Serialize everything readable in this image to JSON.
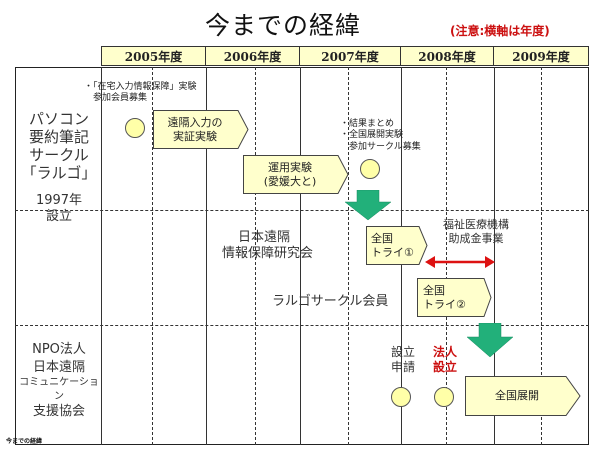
{
  "title": "今までの経緯",
  "note": "(注意:横軸は年度)",
  "years": [
    "2005年度",
    "2006年度",
    "2007年度",
    "2008年度",
    "2009年度"
  ],
  "rows": {
    "larugo": {
      "label_lines": [
        "パソコン",
        "要約筆記",
        "サークル",
        "「ラルゴ」"
      ],
      "founded_lines": [
        "1997年",
        "設立"
      ]
    },
    "kenkyukai": {
      "label_lines": [
        "日本遠隔",
        "情報保障研究会"
      ]
    },
    "npo": {
      "label_lines": [
        "NPO法人",
        "日本遠隔",
        "コミュニケーション",
        "支援協会"
      ]
    }
  },
  "events": {
    "e1_note": [
      "・「在宅入力情報保障」実験",
      "　参加会員募集"
    ],
    "e2_note": [
      "・結果まとめ",
      "・全国展開実験",
      "　参加サークル募集"
    ],
    "grant_note": [
      "福祉医療機構",
      "助成金事業"
    ],
    "member_label": "ラルゴサークル会員",
    "apply_label": [
      "設立",
      "申請"
    ],
    "established_label": [
      "法人",
      "設立"
    ]
  },
  "phases": {
    "p1": [
      "遠隔入力の",
      "実証実験"
    ],
    "p2": [
      "運用実験",
      "(愛媛大と)"
    ],
    "p3": [
      "全国",
      "トライ①"
    ],
    "p4": [
      "全国",
      "トライ②"
    ],
    "p5": [
      "全国展開"
    ]
  },
  "colors": {
    "header_fill": "#ffffcc",
    "phase_fill": "#ffffcc",
    "milestone_fill": "#ffffa8",
    "transition_arrow": "#22b07a",
    "grant_arrow": "#dd1111",
    "note_text": "#cc1111"
  },
  "footer": "今までの経緯"
}
